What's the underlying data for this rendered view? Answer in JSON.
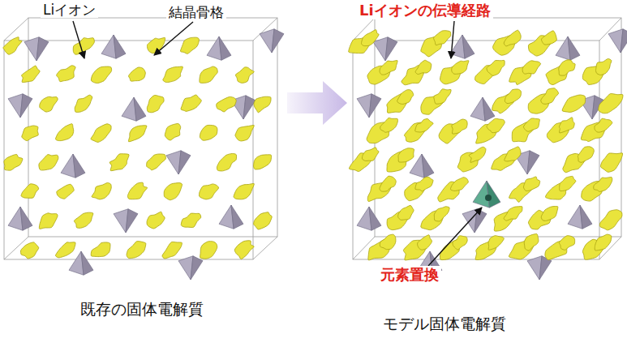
{
  "diagram": {
    "nodes": [
      {
        "text": [
          "既存の固体電解質"
        ]
      },
      {
        "text": [
          "モデル固体電解質"
        ]
      }
    ],
    "edges": [
      {
        "from": 0,
        "to": 1,
        "arrow": "to"
      }
    ],
    "labels": [
      "Liイオン",
      "結晶骨格",
      "Liイオンの伝導経路",
      "元素置換"
    ]
  }
}
